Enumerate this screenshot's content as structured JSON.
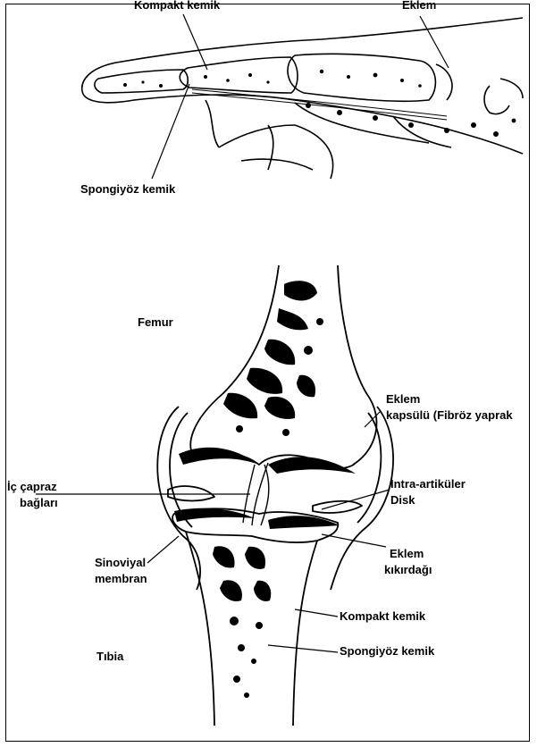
{
  "finger_labels": {
    "compact_bone": "Kompakt kemik",
    "joint": "Eklem",
    "spongy_bone": "Spongiyöz kemik"
  },
  "knee_labels": {
    "femur": "Femur",
    "joint_capsule_line1": "Eklem",
    "joint_capsule_line2": "kapsülü (Fibröz yaprak",
    "cruciate_line1": "İç çapraz",
    "cruciate_line2": "bağları",
    "disk_line1": "Intra-artiküler",
    "disk_line2": "Disk",
    "synovial_line1": "Sinoviyal",
    "synovial_line2": "membran",
    "cartilage_line1": "Eklem",
    "cartilage_line2": "kıkırdağı",
    "compact_bone": "Kompakt kemik",
    "tibia": "Tıbia",
    "spongy_bone": "Spongiyöz kemik"
  },
  "colors": {
    "ink": "#000000",
    "paper": "#ffffff"
  }
}
